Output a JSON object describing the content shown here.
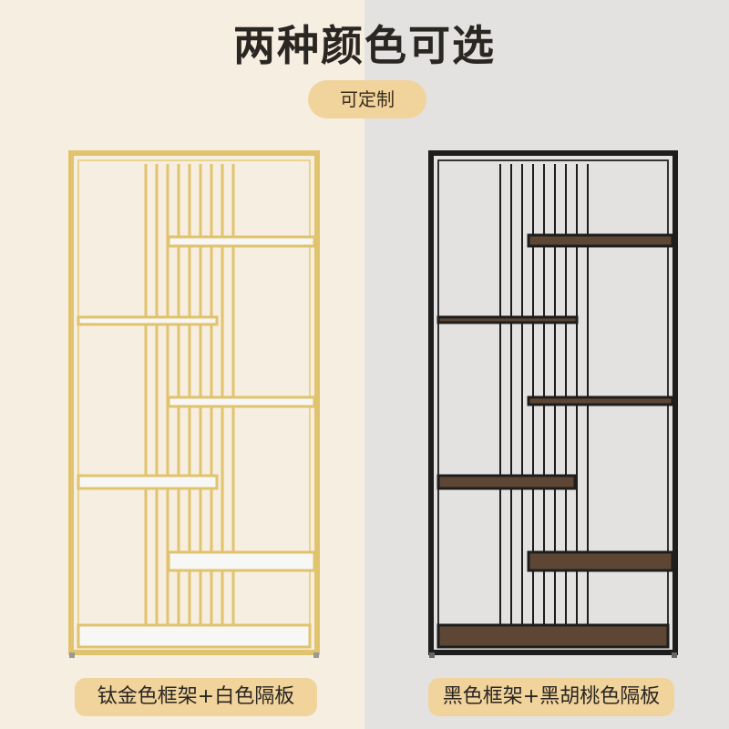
{
  "title": "两种颜色可选",
  "badge": "可定制",
  "products": [
    {
      "caption": "钛金色框架+白色隔板",
      "frame_color": "#e1c36d",
      "board_color": "#f7f7f5"
    },
    {
      "caption": "黑色框架+黑胡桃色隔板",
      "frame_color": "#1e1d1d",
      "board_color": "#5e4634"
    }
  ]
}
